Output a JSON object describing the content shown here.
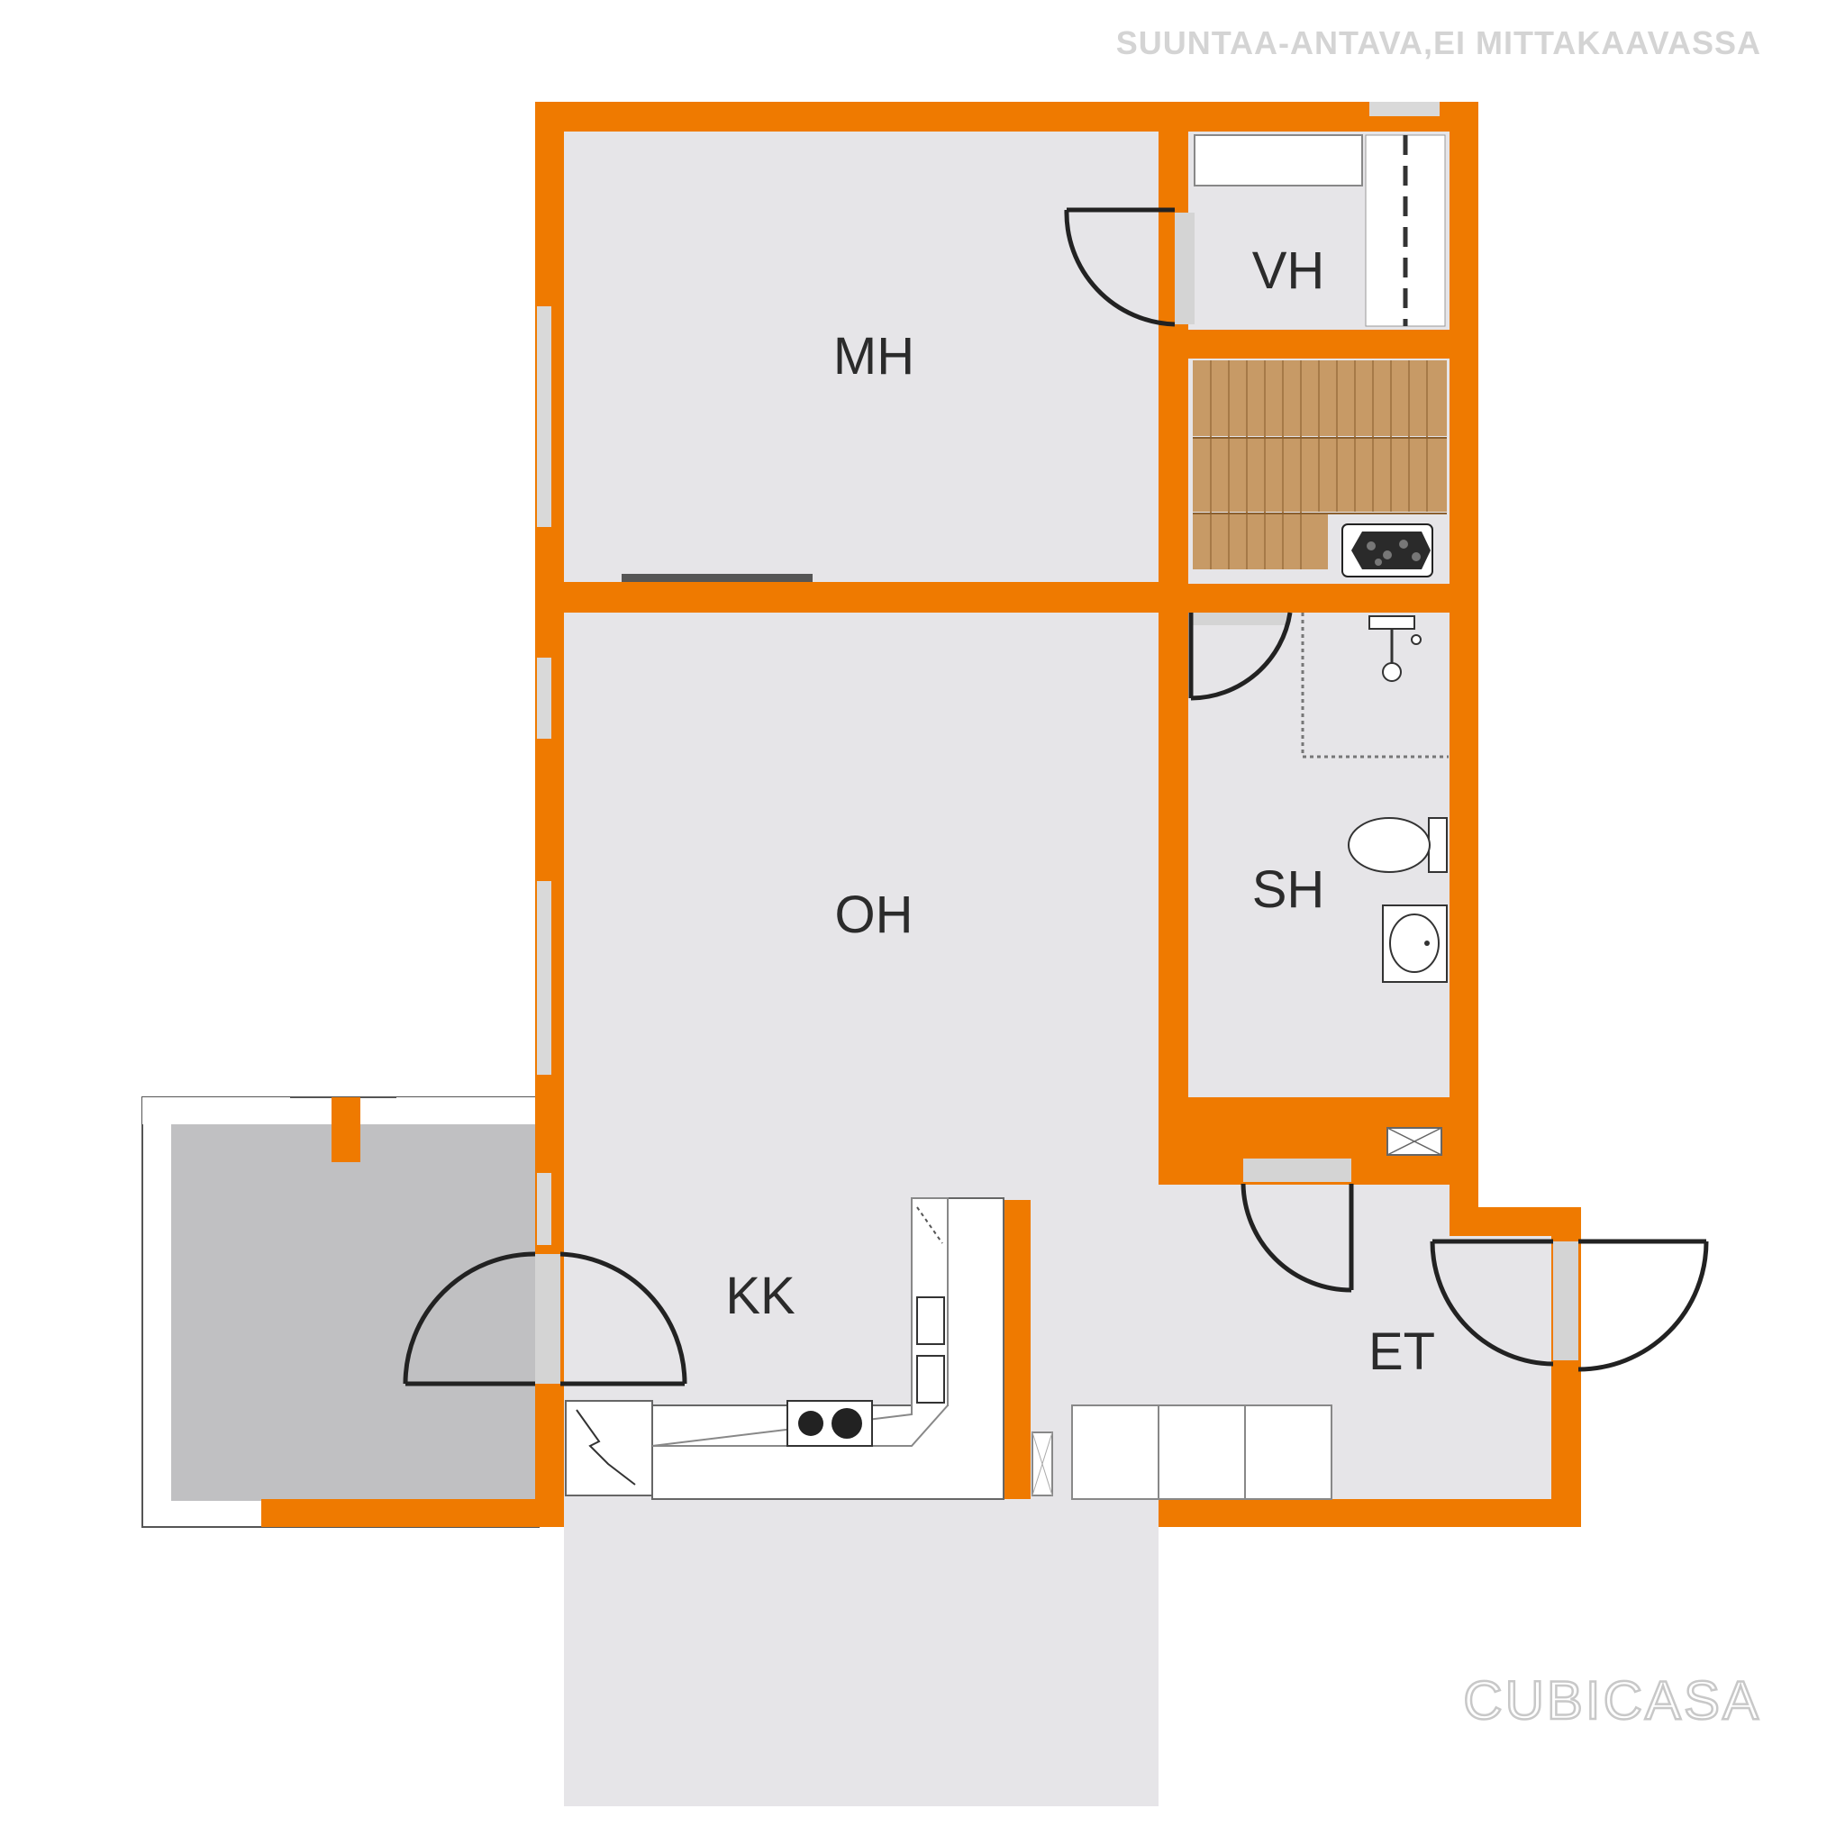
{
  "disclaimer": "SUUNTAA-ANTAVA,EI MITTAKAAVASSA",
  "rooms": {
    "mh": "MH",
    "vh": "VH",
    "oh": "OH",
    "sh": "SH",
    "kk": "KK",
    "et": "ET"
  },
  "logo": "CUBICASA",
  "colors": {
    "wall": "#ef7a00",
    "floor": "#e6e5e8",
    "terrace": "#c0c0c2",
    "sauna_bench": "#c79a66"
  }
}
